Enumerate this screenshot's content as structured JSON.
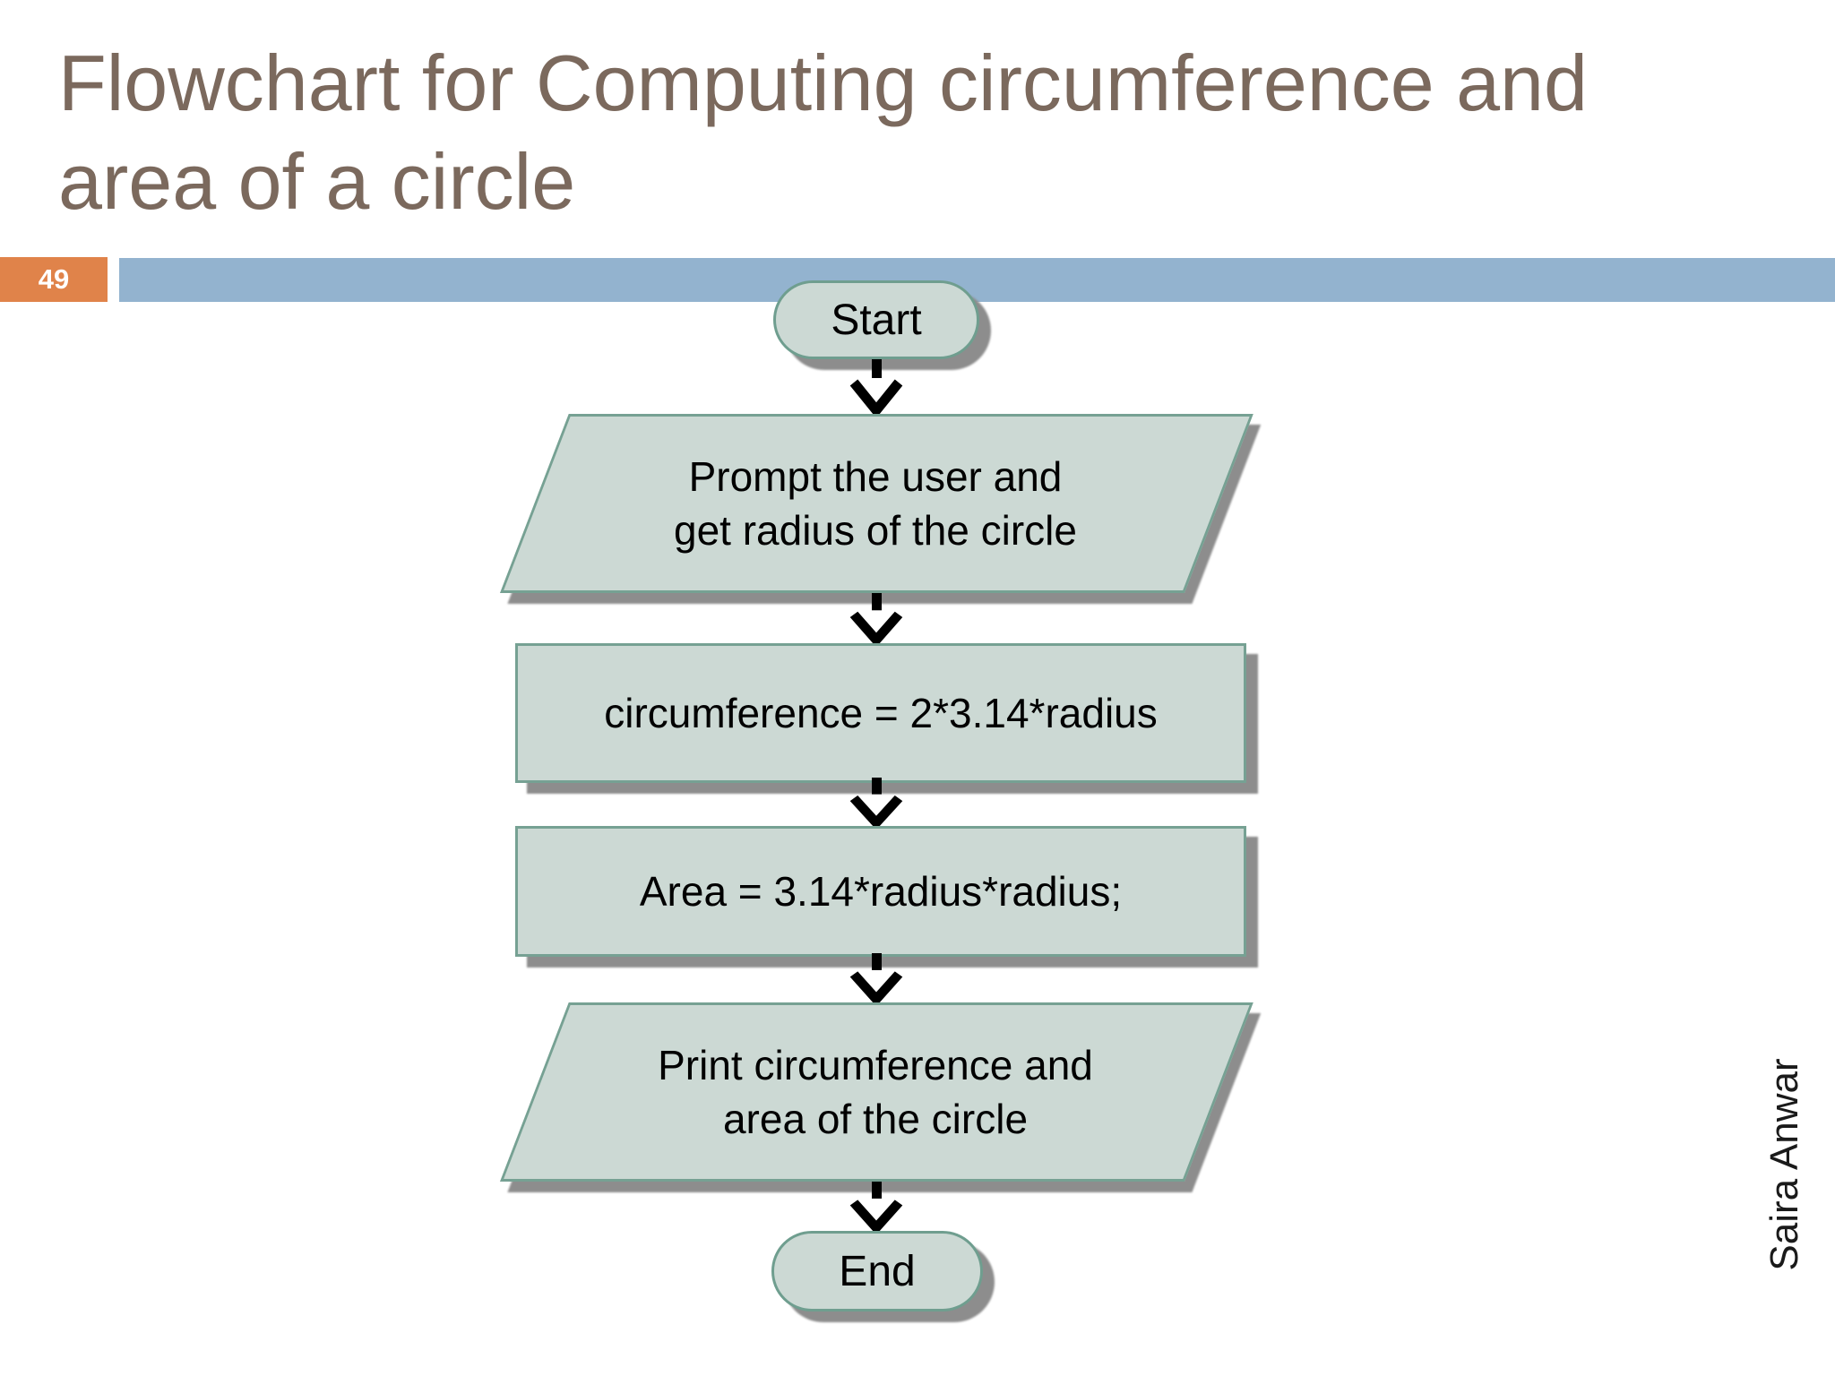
{
  "slide": {
    "title_lines": [
      "Flowchart for Computing circumference and",
      "area of a circle"
    ],
    "page_number": "49",
    "author": "Saira Anwar"
  },
  "colors": {
    "title_text": "#7b695d",
    "page_badge_orange": "#e0834a",
    "accent_bar_blue": "#93b3cf",
    "node_fill": "#ccd9d4",
    "node_border_teal": "#76a193",
    "node_shadow_gray": "#8d8d8d",
    "arrow_black": "#000000"
  },
  "flowchart": {
    "nodes": [
      {
        "id": "start",
        "type": "terminator",
        "lines": [
          "Start"
        ]
      },
      {
        "id": "input-radius",
        "type": "io",
        "lines": [
          "Prompt the user and",
          "get radius of the circle"
        ]
      },
      {
        "id": "circumference",
        "type": "process",
        "lines": [
          "circumference = 2*3.14*radius"
        ]
      },
      {
        "id": "area",
        "type": "process",
        "lines": [
          "Area = 3.14*radius*radius;"
        ]
      },
      {
        "id": "output",
        "type": "io",
        "lines": [
          "Print circumference and",
          "area of the circle"
        ]
      },
      {
        "id": "end",
        "type": "terminator",
        "lines": [
          "End"
        ]
      }
    ],
    "edges": [
      {
        "from": "start",
        "to": "input-radius"
      },
      {
        "from": "input-radius",
        "to": "circumference"
      },
      {
        "from": "circumference",
        "to": "area"
      },
      {
        "from": "area",
        "to": "output"
      },
      {
        "from": "output",
        "to": "end"
      }
    ]
  }
}
